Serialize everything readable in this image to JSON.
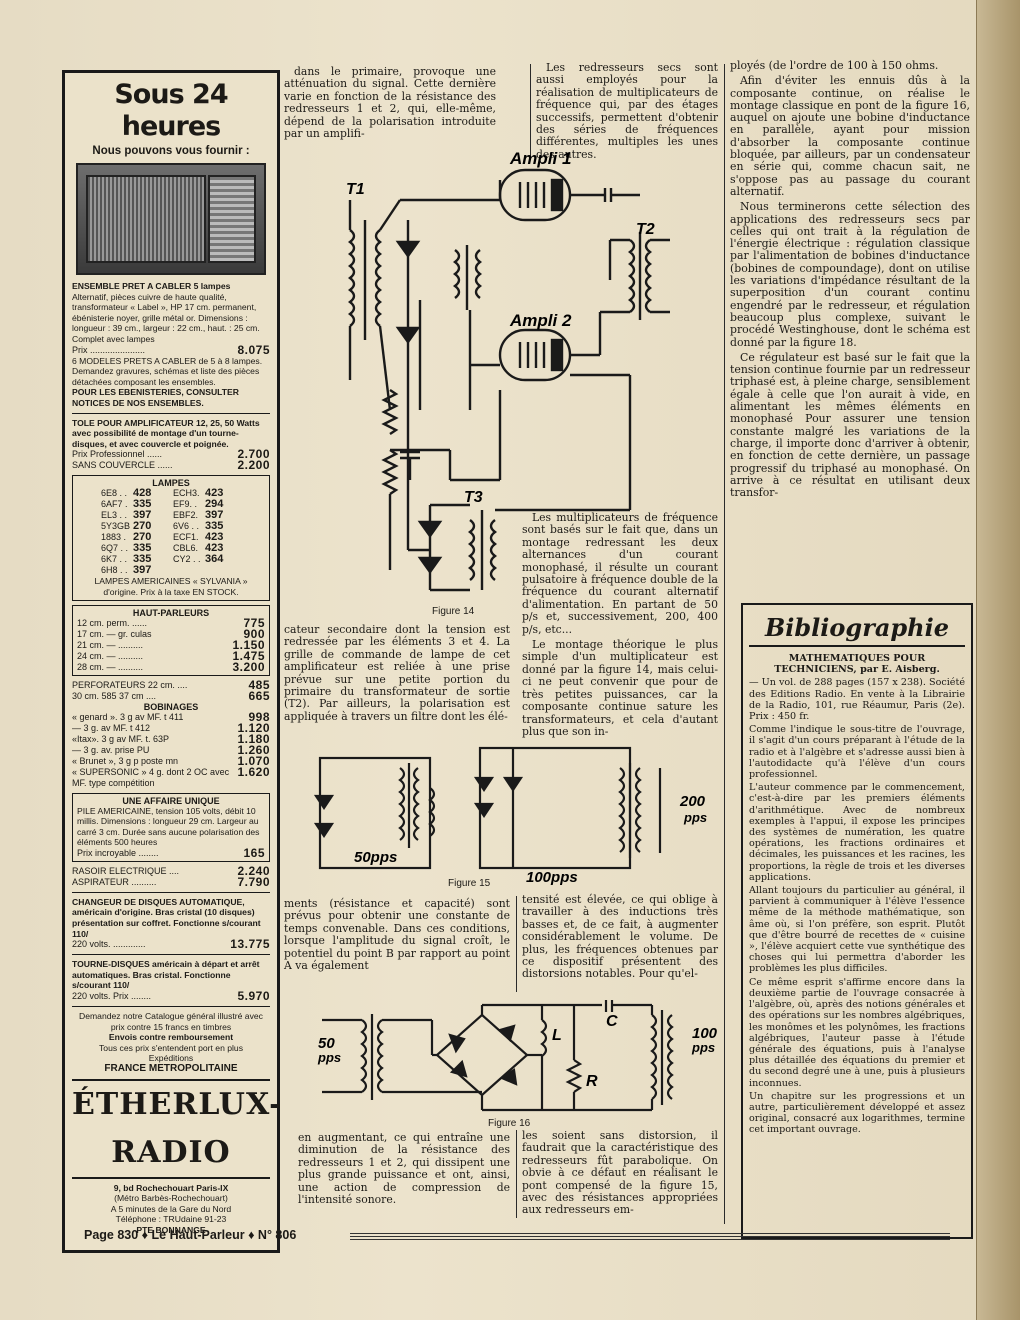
{
  "ad": {
    "title": "Sous 24 heures",
    "subtitle": "Nous pouvons vous fournir :",
    "ensemble_head": "ENSEMBLE PRET A CABLER 5 lampes",
    "ensemble_text": "Alternatif, pièces cuivre de haute qualité, transformateur « Label », HP 17 cm. permanent, ébénisterie noyer, grille métal or. Dimensions : longueur : 39 cm., largeur : 22 cm., haut. : 25 cm. Complet avec lampes",
    "ensemble_price_label": "Prix ......................",
    "ensemble_price": "8.075",
    "modeles_text": "6 MODELES PRETS A CABLER de 5 à 8 lampes. Demandez gravures, schémas et liste des pièces détachées composant les ensembles.",
    "ebenisteries": "POUR LES EBENISTERIES, CONSULTER NOTICES DE NOS ENSEMBLES.",
    "tole_text": "TOLE POUR AMPLIFICATEUR 12, 25, 50 Watts avec possibilité de montage d'un tourne-disques, et avec couvercle et poignée.",
    "tole_rows": [
      {
        "label": "Prix Professionnel ......",
        "value": "2.700"
      },
      {
        "label": "SANS COUVERCLE ......",
        "value": "2.200"
      }
    ],
    "lampes_head": "LAMPES",
    "lampes": [
      [
        "6E8 . .",
        "428",
        "ECH3.",
        "423"
      ],
      [
        "6AF7 .",
        "335",
        "EF9. .",
        "294"
      ],
      [
        "EL3 . .",
        "397",
        "EBF2.",
        "397"
      ],
      [
        "5Y3GB",
        "270",
        "6V6 . .",
        "335"
      ],
      [
        "1883 .",
        "270",
        "ECF1.",
        "423"
      ],
      [
        "6Q7 . .",
        "335",
        "CBL6.",
        "423"
      ],
      [
        "6K7 . .",
        "335",
        "CY2 . .",
        "364"
      ],
      [
        "6H8 . .",
        "397",
        "",
        ""
      ]
    ],
    "lampes_note": "LAMPES AMERICAINES « SYLVANIA » d'origine. Prix à la taxe EN STOCK.",
    "hp_head": "HAUT-PARLEURS",
    "hp_rows": [
      {
        "label": "12 cm. perm. ......",
        "value": "775"
      },
      {
        "label": "17 cm. — gr. culas",
        "value": "900"
      },
      {
        "label": "21 cm. — ..........",
        "value": "1.150"
      },
      {
        "label": "24 cm. — ..........",
        "value": "1.475"
      },
      {
        "label": "28 cm. — ..........",
        "value": "3.200"
      }
    ],
    "perforateurs_rows": [
      {
        "label": "PERFORATEURS 22 cm. ....",
        "value": "485"
      },
      {
        "label": "30 cm. 585 37 cm ....",
        "value": "665"
      }
    ],
    "bobinages_head": "BOBINAGES",
    "bobinages_rows": [
      {
        "label": "« genard ». 3 g av MF. t 411",
        "value": "998"
      },
      {
        "label": "— 3 g. av MF. t 412",
        "value": "1.120"
      },
      {
        "label": "«Itax». 3 g av MF. t. 63P",
        "value": "1.180"
      },
      {
        "label": "— 3 g. av. prise PU",
        "value": "1.260"
      },
      {
        "label": "« Brunet », 3 g p poste mn",
        "value": "1.070"
      },
      {
        "label": "« SUPERSONIC » 4 g. dont 2 OC avec MF. type compétition",
        "value": "1.620"
      }
    ],
    "affaire_head": "UNE AFFAIRE UNIQUE",
    "affaire_text": "PILE AMERICAINE, tension 105 volts, débit 10 millis. Dimensions : longueur 29 cm. Largeur au carré 3 cm. Durée sans aucune polarisation des éléments 500 heures",
    "affaire_price_label": "Prix incroyable ........",
    "affaire_price": "165",
    "rasoir_rows": [
      {
        "label": "RASOIR ELECTRIQUE ....",
        "value": "2.240"
      },
      {
        "label": "ASPIRATEUR ..........",
        "value": "7.790"
      }
    ],
    "changeur_text": "CHANGEUR DE DISQUES AUTOMATIQUE, américain d'origine. Bras cristal (10 disques) présentation sur coffret. Fonctionne s/courant 110/",
    "changeur_price_label": "220 volts. .............",
    "changeur_price": "13.775",
    "tourne_text": "TOURNE-DISQUES américain à départ et arrêt automatiques. Bras cristal. Fonctionne s/courant 110/",
    "tourne_price_label": "220 volts. Prix ........",
    "tourne_price": "5.970",
    "catalogue": "Demandez notre Catalogue général illustré avec prix contre 15 francs en timbres",
    "envois": "Envois contre remboursement",
    "port": "Tous ces prix s'entendent port en plus",
    "expeditions": "Expéditions",
    "france": "FRANCE METROPOLITAINE",
    "brand": "ÉTHERLUX-RADIO",
    "address": "9, bd Rochechouart  Paris-IX",
    "metro": "(Métro     Barbès-Rochechouart)",
    "minutes": "A 5 minutes de la Gare du Nord",
    "telephone": "Téléphone : TRUdaine 91-23",
    "pte": "PTE BONNANGE"
  },
  "col2": {
    "top": "dans le primaire, provoque une atténuation du signal. Cette dernière varie en fonction de la résistance des redresseurs 1 et 2, qui, elle-même, dépend de la polarisation introduite par un amplifi-",
    "mid": "cateur secondaire dont la tension est redressée par les éléments 3 et 4. La grille de commande de lampe de cet amplificateur est reliée à une prise prévue sur une petite portion du primaire du transformateur de sortie (T2). Par ailleurs, la polarisation est appliquée à travers un filtre dont les élé-",
    "low": "ments (résistance et capacité) sont prévus pour obtenir une constante de temps convenable. Dans ces conditions, lorsque l'amplitude du signal croît, le potentiel du point B par rapport au point A va également",
    "bottom": "en augmentant, ce qui entraîne une diminution de la résistance des redresseurs 1 et 2, qui dissipent une plus grande puissance et ont, ainsi, une action de compression de l'intensité sonore."
  },
  "col3": {
    "top": "Les redresseurs secs sont aussi employés pour la réalisation de multiplicateurs de fréquence qui, par des étages successifs, permettent d'obtenir des séries de fréquences différentes, multiples les unes des autres.",
    "mid1": "Les multiplicateurs de fréquence sont basés sur le fait que, dans un montage redressant les deux alternances d'un courant monophasé, il résulte un courant pulsatoire à fréquence double de la fréquence du courant alternatif d'alimentation. En partant de 50 p/s et, successivement, 200, 400 p/s, etc...",
    "mid2": "Le montage théorique le plus simple d'un multiplicateur est donné par la figure 14, mais celui-ci ne peut convenir que pour de très petites puissances, car la composante continue sature les transformateurs, et cela d'autant plus que son in-",
    "low": "tensité est élevée, ce qui oblige à travailler à des inductions très basses et, de ce fait, à augmenter considérablement le volume. De plus, les fréquences obtenues par ce dispositif présentent des distorsions notables. Pour qu'el-",
    "bottom": "les soient sans distorsion, il faudrait que la caractéristique des redresseurs fût parabolique. On obvie à ce défaut en réalisant le pont compensé de la figure 15, avec des résistances appropriées aux redresseurs em-"
  },
  "col4": {
    "p1": "ployés (de l'ordre de 100 à 150 ohms.",
    "p2": "Afin d'éviter les ennuis dûs à la composante continue, on réalise le montage classique en pont de la figure 16, auquel on ajoute une bobine d'inductance en parallèle, ayant pour mission d'absorber la composante continue bloquée, par ailleurs, par un condensateur en série qui, comme chacun sait, ne s'oppose pas au passage du courant alternatif.",
    "p3": "Nous terminerons cette sélection des applications des redresseurs secs par celles qui ont trait à la régulation de l'énergie électrique : régulation classique par l'alimentation de bobines d'inductance (bobines de compoundage), dont on utilise les variations d'impédance résultant de la superposition d'un courant continu engendré par le redresseur, et régulation beaucoup plus complexe, suivant le procédé Westinghouse, dont le schéma est donné par la figure 18.",
    "p4": "Ce régulateur est basé sur le fait que la tension continue fournie par un redresseur triphasé est, à pleine charge, sensiblement égale à celle que l'on aurait à vide, en alimentant les mêmes éléments en monophasé Pour assurer une tension constante malgré les variations de la charge, il importe donc d'arriver à obtenir, en fonction de cette dernière, un passage progressif du triphasé au monophasé. On arrive à ce résultat en utilisant deux transfor-"
  },
  "biblio": {
    "title": "Bibliographie",
    "book_head": "MATHEMATIQUES POUR TECHNICIENS, par E. Aisberg.",
    "book_info": "— Un vol. de 288 pages (157 x 238). Société des Editions Radio. En vente à la Librairie de la Radio, 101, rue Réaumur, Paris (2e). Prix : 450 fr.",
    "p1": "Comme l'indique le sous-titre de l'ouvrage, il s'agit d'un cours préparant à l'étude de la radio et à l'algèbre et s'adresse aussi bien à l'autodidacte qu'à l'élève d'un cours professionnel.",
    "p2": "L'auteur commence par le commencement, c'est-à-dire par les premiers éléments d'arithmétique. Avec de nombreux exemples à l'appui, il expose les principes des systèmes de numération, les quatre opérations, les fractions ordinaires et décimales, les puissances et les racines, les proportions, la règle de trois et les diverses applications.",
    "p3": "Allant toujours du particulier au général, il parvient à communiquer à l'élève l'essence même de la méthode mathématique, son âme où, si l'on préfère, son esprit. Plutôt que d'être bourré de recettes de « cuisine », l'élève acquiert cette vue synthétique des choses qui lui permettra d'aborder les problèmes les plus difficiles.",
    "p4": "Ce même esprit s'affirme encore dans la deuxième partie de l'ouvrage consacrée à l'algèbre, où, après des notions générales et des opérations sur les nombres algébriques, les monômes et les polynômes, les fractions algébriques, l'auteur passe à l'étude générale des équations, puis à l'analyse plus détaillée des équations du premier et du second degré une à une, puis à plusieurs inconnues.",
    "p5": "Un chapitre sur les progressions et un autre, particulièrement développé et assez original, consacré aux logarithmes, termine cet important ouvrage."
  },
  "fig14": {
    "ampli1": "Ampli 1",
    "ampli2": "Ampli 2",
    "t1": "T1",
    "t2": "T2",
    "t3": "T3",
    "caption": "Figure 14"
  },
  "fig15": {
    "in": "50pps",
    "mid": "100pps",
    "out1": "200",
    "out2": "pps",
    "caption": "Figure 15"
  },
  "fig16": {
    "in1": "50",
    "in2": "pps",
    "out1": "100",
    "out2": "pps",
    "l": "L",
    "c": "C",
    "r": "R",
    "caption": "Figure 16"
  },
  "footer": "Page 830 ♦ Le Haut-Parleur ♦ N° 806"
}
